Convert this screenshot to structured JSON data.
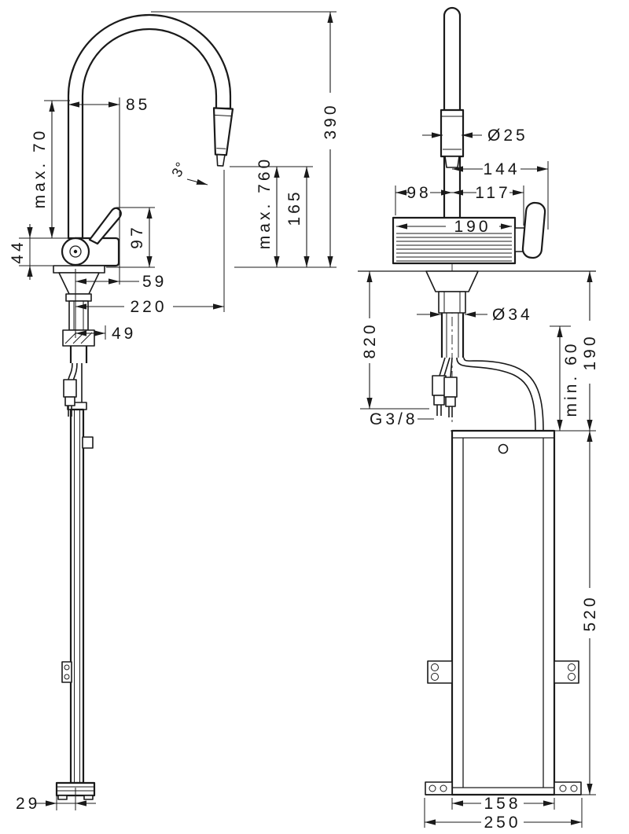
{
  "side_view": {
    "swivel_clearance": "max. 70",
    "handle_offset": "85",
    "spout_height": "390",
    "spray_angle": "3°",
    "pullout_hose": "max. 760",
    "outlet_height": "165",
    "handle_height": "97",
    "body_depth": "44",
    "lever_reach": "59",
    "spout_reach": "220",
    "hose_offset": "49",
    "base_offset": "29"
  },
  "front_view": {
    "spout_diameter": "Ø25",
    "handle_span": "144",
    "left_of_center": "98",
    "right_of_center": "117",
    "outlet_width": "190",
    "connection_hose": "820",
    "shank_diameter": "Ø34",
    "min_clearance": "min. 60",
    "box_top_distance": "190",
    "thread": "G3/8",
    "box_height": "520",
    "box_width": "158",
    "base_width": "250"
  }
}
